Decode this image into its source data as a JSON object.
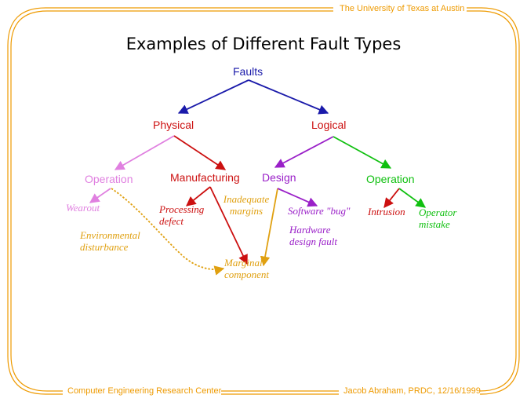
{
  "header": {
    "institution": "The University of Texas at Austin"
  },
  "title": "Examples of Different Fault Types",
  "footer": {
    "left": "Computer Engineering Research Center",
    "right": "Jacob Abraham, PRDC, 12/16/1999"
  },
  "colors": {
    "frame": "#ee9a00",
    "title": "#000000",
    "root": "#1a1aaa",
    "physical": "#cc1010",
    "logical": "#cc1010",
    "operation_physical": "#e080e0",
    "manufacturing": "#cc1010",
    "design": "#9a20c8",
    "operation_logical": "#10c010",
    "environmental": "#e0a010"
  },
  "tree": {
    "root": "Faults",
    "physical": "Physical",
    "logical": "Logical",
    "operation_physical": "Operation",
    "manufacturing": "Manufacturing",
    "design": "Design",
    "operation_logical": "Operation"
  },
  "leaves": {
    "wearout": "Wearout",
    "environmental": [
      "Environmental",
      "disturbance"
    ],
    "processing_defect": [
      "Processing",
      "defect"
    ],
    "inadequate_margins": [
      "Inadequate",
      "margins"
    ],
    "marginal_component": [
      "Marginal",
      "component"
    ],
    "software_bug": "Software \"bug\"",
    "hardware_design_fault": [
      "Hardware",
      "design fault"
    ],
    "intrusion": "Intrusion",
    "operator_mistake": [
      "Operator",
      "mistake"
    ]
  }
}
